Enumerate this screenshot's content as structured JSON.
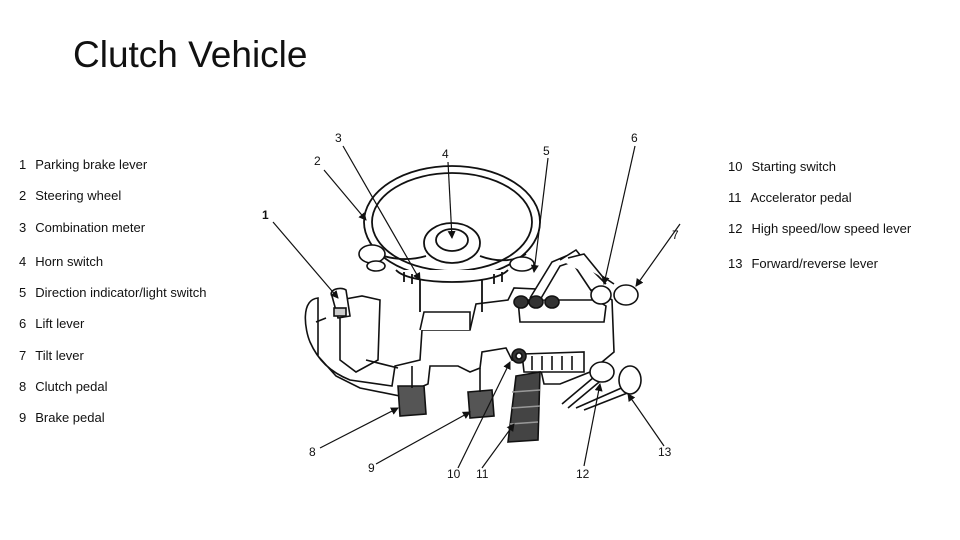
{
  "title": "Clutch Vehicle",
  "legend": [
    {
      "num": "1",
      "label": "Parking brake lever"
    },
    {
      "num": "2",
      "label": "Steering wheel"
    },
    {
      "num": "3",
      "label": "Combination meter"
    },
    {
      "num": "4",
      "label": "Horn switch"
    },
    {
      "num": "5",
      "label": "Direction indicator/light switch"
    },
    {
      "num": "6",
      "label": "Lift lever"
    },
    {
      "num": "7",
      "label": "Tilt lever"
    },
    {
      "num": "8",
      "label": "Clutch pedal"
    },
    {
      "num": "9",
      "label": "Brake pedal"
    },
    {
      "num": "10",
      "label": "Starting switch"
    },
    {
      "num": "11",
      "label": "Accelerator pedal"
    },
    {
      "num": "12",
      "label": "High speed/low speed lever"
    },
    {
      "num": "13",
      "label": "Forward/reverse lever"
    }
  ],
  "callouts": [
    "1",
    "2",
    "3",
    "4",
    "5",
    "6",
    "7",
    "8",
    "9",
    "10",
    "11",
    "12",
    "13"
  ]
}
